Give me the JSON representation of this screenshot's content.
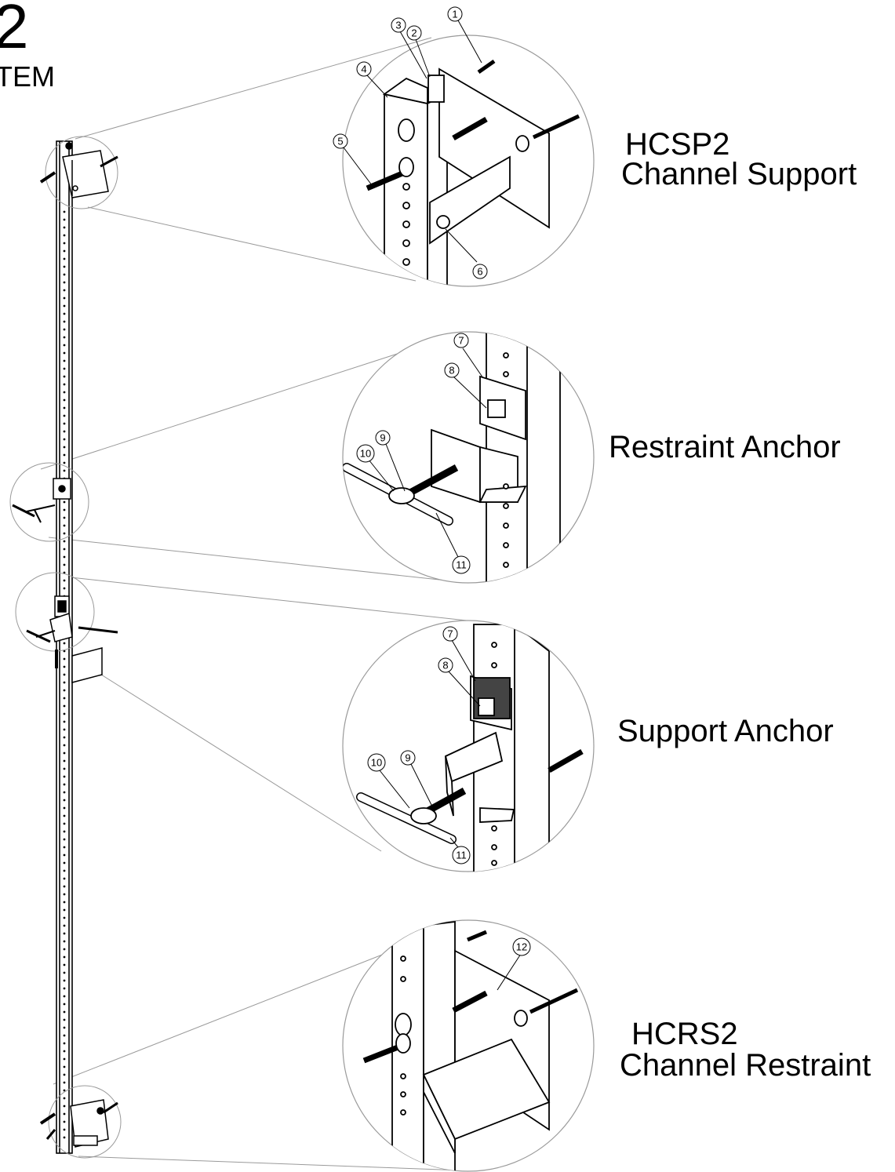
{
  "title": {
    "number": "2",
    "suffix": "TEM"
  },
  "sections": [
    {
      "id": "hcsp2",
      "title": "HCSP2",
      "subtitle": "Channel Support",
      "callouts": [
        "1",
        "2",
        "3",
        "4",
        "5",
        "6"
      ]
    },
    {
      "id": "restraint",
      "title": "Restraint Anchor",
      "subtitle": "",
      "callouts": [
        "7",
        "8",
        "9",
        "10",
        "11"
      ]
    },
    {
      "id": "support",
      "title": "Support Anchor",
      "subtitle": "",
      "callouts": [
        "7",
        "8",
        "9",
        "10",
        "11"
      ]
    },
    {
      "id": "hcrs2",
      "title": "HCRS2",
      "subtitle": "Channel Restraint",
      "callouts": [
        "12"
      ]
    }
  ],
  "colors": {
    "line": "#000000",
    "leader": "#9a9a9a",
    "fill": "#ffffff"
  }
}
